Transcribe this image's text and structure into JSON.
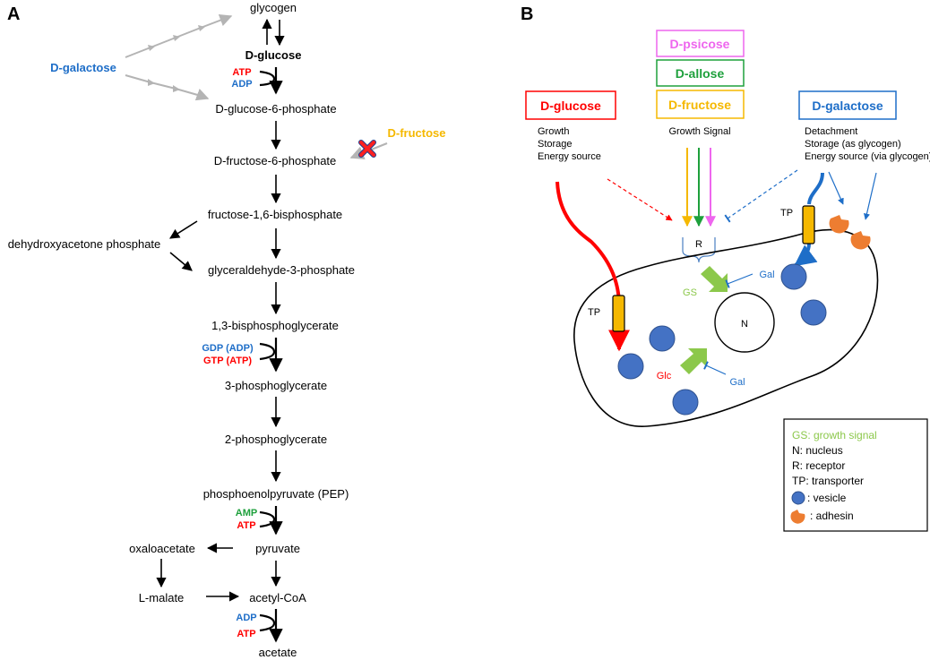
{
  "colors": {
    "red": "#ff0000",
    "blue": "#1e6ec8",
    "green": "#1ea03c",
    "orange": "#f5b800",
    "pink": "#ee66ee",
    "grey": "#b4b4b4",
    "lightgreen": "#8cc84b",
    "vesicle": "#4472c4",
    "adhesin": "#ed7d31",
    "transporter": "#f5b800"
  },
  "panelA": {
    "label": "A",
    "pathway": {
      "glycogen": "glycogen",
      "d_glucose": "D-glucose",
      "g6p": "D-glucose-6-phosphate",
      "f6p": "D-fructose-6-phosphate",
      "f16bp": "fructose-1,6-bisphosphate",
      "dhap": "dehydroxyacetone phosphate",
      "g3p": "glyceraldehyde-3-phosphate",
      "bpg13": "1,3-bisphosphoglycerate",
      "pg3": "3-phosphoglycerate",
      "pg2": "2-phosphoglycerate",
      "pep": "phosphoenolpyruvate (PEP)",
      "pyruvate": "pyruvate",
      "oxaloacetate": "oxaloacetate",
      "malate": "L-malate",
      "acetyl_coa": "acetyl-CoA",
      "acetate": "acetate"
    },
    "inputs": {
      "galactose": "D-galactose",
      "fructose": "D-fructose"
    },
    "cofactors": {
      "atp1": "ATP",
      "adp1": "ADP",
      "gdp": "GDP (ADP)",
      "gtp": "GTP (ATP)",
      "amp": "AMP",
      "atp2": "ATP",
      "adp2": "ADP",
      "atp3": "ATP"
    },
    "blocked_icon": "red-x-icon"
  },
  "panelB": {
    "label": "B",
    "boxes": {
      "glucose": "D-glucose",
      "psicose": "D-psicose",
      "allose": "D-allose",
      "fructose": "D-fructose",
      "galactose": "D-galactose"
    },
    "glucose_roles": [
      "Growth",
      "Storage",
      "Energy source"
    ],
    "signal_role": "Growth Signal",
    "galactose_roles": [
      "Detachment",
      "Storage (as glycogen)",
      "Energy source (via glycogen)"
    ],
    "cell_labels": {
      "receptor": "R",
      "nucleus": "N",
      "gs": "GS",
      "gal_top": "Gal",
      "gal_bottom": "Gal",
      "glc": "Glc",
      "tp_left": "TP",
      "tp_right": "TP"
    },
    "legend": {
      "gs": "GS: growth signal",
      "n": "N: nucleus",
      "r": "R: receptor",
      "tp": "TP: transporter",
      "vesicle": ": vesicle",
      "adhesin": ": adhesin"
    }
  }
}
